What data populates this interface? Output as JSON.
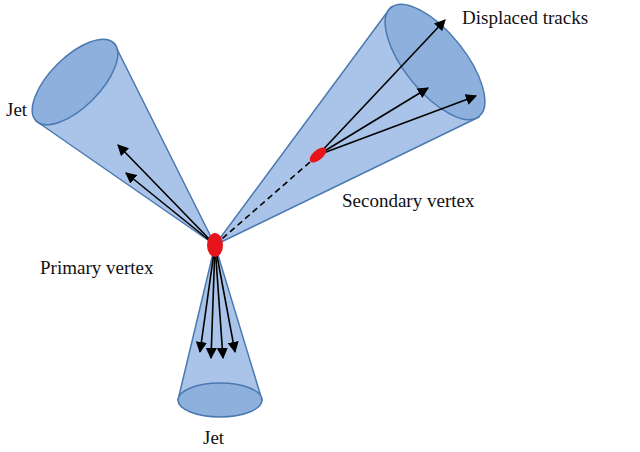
{
  "diagram": {
    "labels": [
      "Displaced tracks",
      "Jet",
      "Secondary vertex",
      "Primary vertex",
      "Jet"
    ]
  }
}
